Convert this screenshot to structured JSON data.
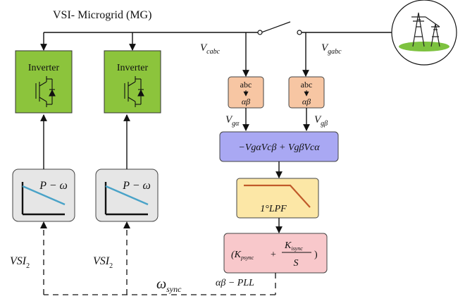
{
  "title": "VSI- Microgrid (MG)",
  "inverters": [
    {
      "label": "Inverter"
    },
    {
      "label": "Inverter"
    }
  ],
  "droop": [
    {
      "label": "P − ω"
    },
    {
      "label": "P − ω"
    }
  ],
  "vsi_labels": [
    {
      "base": "VSI",
      "sub": "2"
    },
    {
      "base": "VSI",
      "sub": "2"
    }
  ],
  "signals": {
    "v_cabc": {
      "base": "V",
      "sub": "cabc"
    },
    "v_gabc": {
      "base": "V",
      "sub": "gabc"
    },
    "v_galpha": {
      "base": "V",
      "sub": "gα"
    },
    "v_gbeta": {
      "base": "V",
      "sub": "gβ"
    },
    "omega_sync": {
      "base": "ω",
      "sub": "sync"
    }
  },
  "transforms": [
    {
      "top": "abc",
      "bottom": "αβ"
    },
    {
      "top": "abc",
      "bottom": "αβ"
    }
  ],
  "product_block": "−VgαVcβ + VgβVcα",
  "lpf_label": "1°LPF",
  "pi_block": {
    "open": "(K",
    "kp_sub": "psync",
    "plus": "+",
    "num": "K",
    "num_sub": "isync",
    "den": "S",
    "close": ")"
  },
  "pll_label": "αβ − PLL",
  "colors": {
    "inverter_fill": "#8cc43c",
    "transform_fill": "#f7c6a3",
    "product_fill": "#a9a8f3",
    "lpf_fill": "#fce7a6",
    "pi_fill": "#f8c8cb",
    "droop_fill": "#e6e6e6",
    "droop_line": "#4aa3c8",
    "lpf_curve": "#c05a2a",
    "grid_ground": "#7dc23f"
  }
}
